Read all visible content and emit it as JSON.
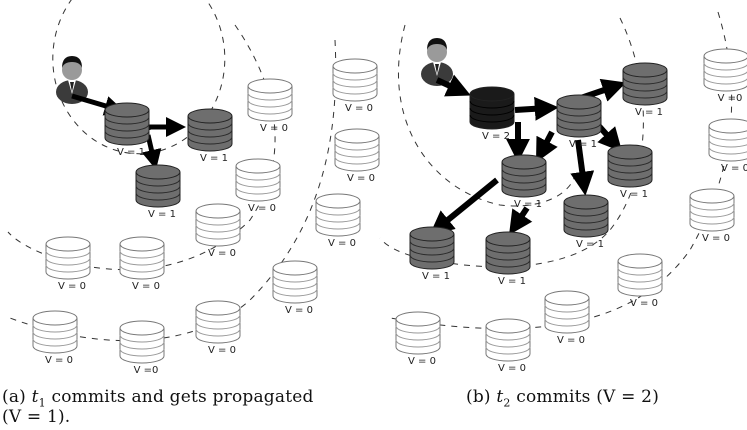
{
  "panel_a": {
    "nodes": [
      {
        "label": "V = 1",
        "state": "updated"
      },
      {
        "label": "V = 1",
        "state": "updated"
      },
      {
        "label": "V = 1",
        "state": "updated"
      },
      {
        "label": "V = 0",
        "state": "empty"
      },
      {
        "label": "V = 0",
        "state": "empty"
      },
      {
        "label": "V = 0",
        "state": "empty"
      },
      {
        "label": "V = 0",
        "state": "empty"
      },
      {
        "label": "V = 0",
        "state": "empty"
      },
      {
        "label": "V = 0",
        "state": "empty"
      },
      {
        "label": "V = 0",
        "state": "empty"
      },
      {
        "label": "V = 0",
        "state": "empty"
      },
      {
        "label": "V = 0",
        "state": "empty"
      },
      {
        "label": "V = 0",
        "state": "empty"
      },
      {
        "label": "V =0",
        "state": "empty"
      },
      {
        "label": "V = 0",
        "state": "empty"
      }
    ],
    "caption": {
      "tag": "(a)",
      "text_before": "commits and gets propagated",
      "var": "t",
      "sub": "1",
      "line2": "(V = 1)."
    }
  },
  "panel_b": {
    "nodes": [
      {
        "label": "V = 2",
        "state": "origin"
      },
      {
        "label": "V = 1",
        "state": "updated"
      },
      {
        "label": "V = 1",
        "state": "updated"
      },
      {
        "label": "V = 1",
        "state": "updated"
      },
      {
        "label": "V = 1",
        "state": "updated"
      },
      {
        "label": "V = 1",
        "state": "updated"
      },
      {
        "label": "V = 1",
        "state": "updated"
      },
      {
        "label": "V = 1",
        "state": "updated"
      },
      {
        "label": "V = 0",
        "state": "empty"
      },
      {
        "label": "V = 0",
        "state": "empty"
      },
      {
        "label": "V = 0",
        "state": "empty"
      },
      {
        "label": "V = 0",
        "state": "empty"
      },
      {
        "label": "V =0",
        "state": "empty"
      },
      {
        "label": "V = 0",
        "state": "empty"
      },
      {
        "label": "V = 0",
        "state": "empty"
      }
    ],
    "caption": {
      "tag": "(b)",
      "var": "t",
      "sub": "2",
      "text_after": "commits",
      "formula": "(V = 2)"
    }
  },
  "colors": {
    "updated": "#6e6e6e",
    "origin": "#1a1a1a",
    "empty": "#ffffff",
    "arrow": "#000000"
  }
}
